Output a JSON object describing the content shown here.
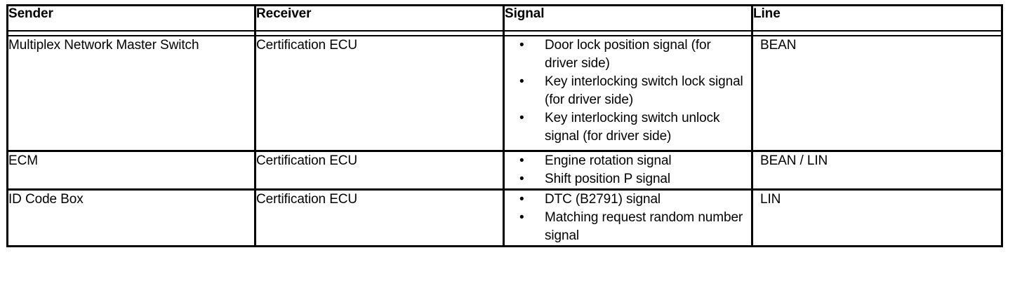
{
  "table": {
    "columns": [
      {
        "key": "sender",
        "label": "Sender"
      },
      {
        "key": "receiver",
        "label": "Receiver"
      },
      {
        "key": "signal",
        "label": "Signal"
      },
      {
        "key": "line",
        "label": "Line"
      }
    ],
    "bullet_glyph": "•",
    "rows": [
      {
        "sender": "Multiplex Network Master Switch",
        "receiver": "Certification ECU",
        "signals": [
          "Door lock position signal (for driver side)",
          "Key interlocking switch lock signal (for driver side)",
          "Key interlocking switch unlock signal (for driver side)"
        ],
        "line": "BEAN"
      },
      {
        "sender": "ECM",
        "receiver": "Certification ECU",
        "signals": [
          "Engine rotation signal",
          "Shift position P signal"
        ],
        "line": "BEAN / LIN"
      },
      {
        "sender": "ID Code Box",
        "receiver": "Certification ECU",
        "signals": [
          "DTC (B2791) signal",
          "Matching request random number signal"
        ],
        "line": "LIN"
      }
    ]
  },
  "colors": {
    "border": "#000000",
    "background": "#ffffff",
    "text": "#000000"
  }
}
